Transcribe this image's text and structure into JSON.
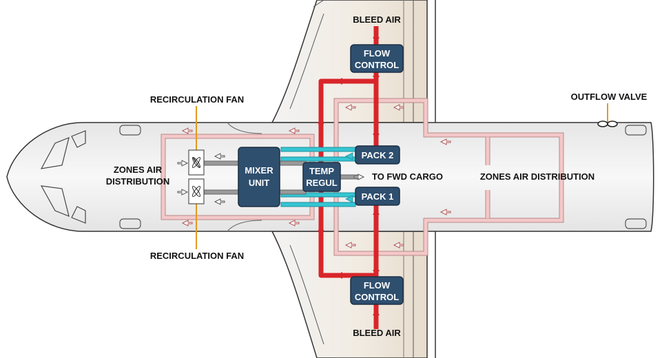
{
  "labels": {
    "bleed_air_top": "BLEED AIR",
    "bleed_air_bottom": "BLEED AIR",
    "flow_control_top_1": "FLOW",
    "flow_control_top_2": "CONTROL",
    "flow_control_bottom_1": "FLOW",
    "flow_control_bottom_2": "CONTROL",
    "pack2": "PACK 2",
    "pack1": "PACK 1",
    "temp_regul_1": "TEMP",
    "temp_regul_2": "REGUL",
    "mixer_unit_1": "MIXER",
    "mixer_unit_2": "UNIT",
    "to_fwd_cargo": "TO FWD CARGO",
    "zones_air_dist_left_1": "ZONES AIR",
    "zones_air_dist_left_2": "DISTRIBUTION",
    "zones_air_dist_right": "ZONES AIR DISTRIBUTION",
    "recirc_fan_top": "RECIRCULATION FAN",
    "recirc_fan_bottom": "RECIRCULATION FAN",
    "outflow_valve": "OUTFLOW VALVE"
  },
  "colors": {
    "hot_air": "#d9252a",
    "cold_air": "#35c6d4",
    "mixed_air": "#8a8a8a",
    "distribution_duct": "#f3c8c8",
    "unit_box": "#2f4f6f",
    "fuselage": "#f1f1f1",
    "wing": "#ece2d4"
  }
}
